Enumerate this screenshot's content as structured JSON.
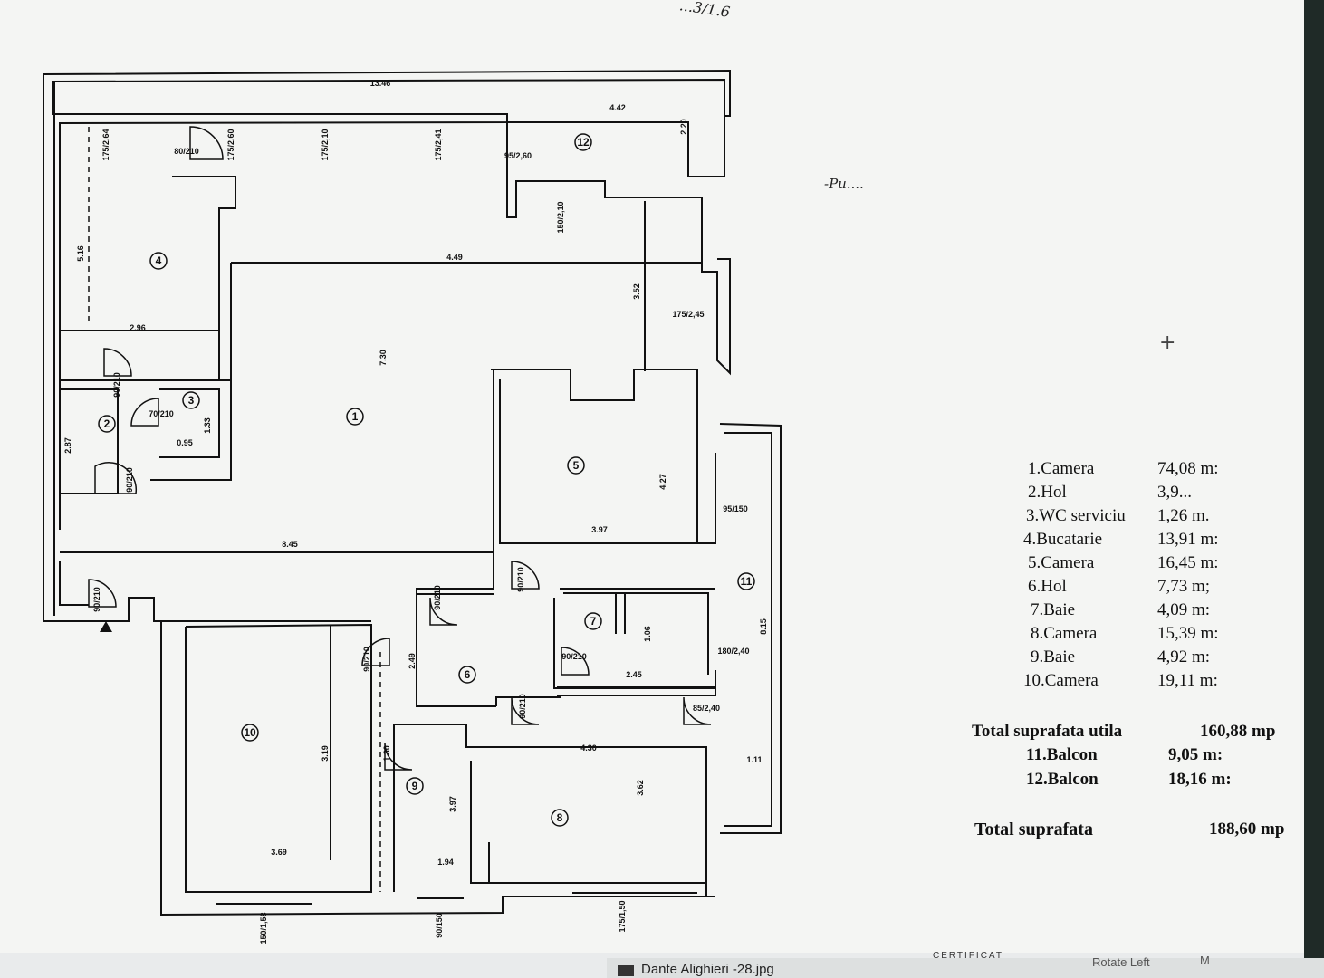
{
  "handwriting": {
    "top_note": "...3/1.6",
    "side_note": "-Pu...."
  },
  "plan": {
    "dimensions": [
      "13.46",
      "4.42",
      "2.20",
      "175/2,64",
      "80/210",
      "175/2,60",
      "175/2,10",
      "175/2,41",
      "95/2,60",
      "150/2,10",
      "5.16",
      "4.49",
      "3.52",
      "175/2,45",
      "2.96",
      "7.30",
      "90/210",
      "70/210",
      "1.33",
      "0.95",
      "2.87",
      "90/210",
      "4.27",
      "95/150",
      "3.97",
      "8.45",
      "90/210",
      "90/210",
      "90/210",
      "8.15",
      "1.06",
      "180/2,40",
      "90/210",
      "2.49",
      "2.45",
      "90/210",
      "90/210",
      "3.19",
      "4.30",
      "85/2,40",
      "3.62",
      "1.11",
      "3.97",
      "3.69",
      "1.94",
      "150/1,58",
      "90/150",
      "175/1,50",
      "1.30"
    ],
    "room_numbers": [
      "1",
      "2",
      "3",
      "4",
      "5",
      "6",
      "7",
      "8",
      "9",
      "10",
      "11",
      "12"
    ]
  },
  "legend": {
    "rooms": [
      {
        "name": "1.Camera",
        "area": "74,08 m:"
      },
      {
        "name": "2.Hol",
        "area": "3,9..."
      },
      {
        "name": "3.WC serviciu",
        "area": "1,26 m."
      },
      {
        "name": "4.Bucatarie",
        "area": "13,91 m:"
      },
      {
        "name": "5.Camera",
        "area": "16,45 m:"
      },
      {
        "name": "6.Hol",
        "area": "7,73 m;"
      },
      {
        "name": "7.Baie",
        "area": "4,09 m:"
      },
      {
        "name": "8.Camera",
        "area": "15,39 m:"
      },
      {
        "name": "9.Baie",
        "area": "4,92 m:"
      },
      {
        "name": "10.Camera",
        "area": "19,11 m:"
      }
    ],
    "total_useful_label": "Total suprafata utila",
    "total_useful_value": "160,88 mp",
    "balconies": [
      {
        "name": "11.Balcon",
        "area": "9,05 m:"
      },
      {
        "name": "12.Balcon",
        "area": "18,16 m:"
      }
    ],
    "total_label": "Total suprafata",
    "total_value": "188,60 mp"
  },
  "viewer": {
    "filename": "Dante Alighieri -28.jpg",
    "rotate_left": "Rotate Left",
    "more": "M",
    "stamp_text": "CERTIFICAT"
  },
  "cursor": "+"
}
